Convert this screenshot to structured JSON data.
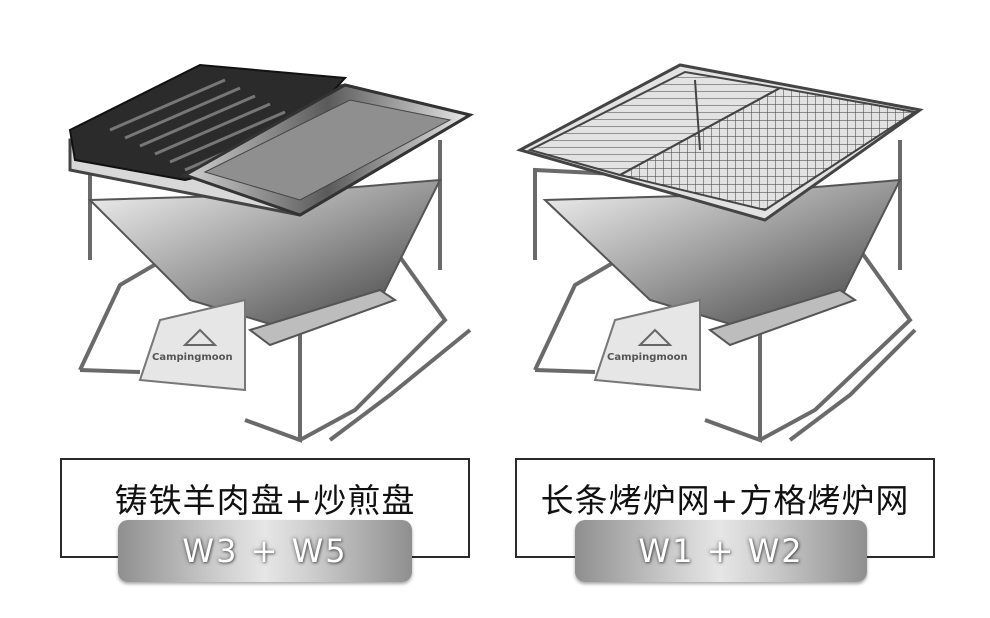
{
  "products": [
    {
      "caption": "铸铁羊肉盘+炒煎盘",
      "models": "W3 + W5",
      "brand": "Campingmoon",
      "image_icon": "grill-with-cast-iron-plate-and-pan-icon"
    },
    {
      "caption": "长条烤炉网+方格烤炉网",
      "models": "W1 + W2",
      "brand": "Campingmoon",
      "image_icon": "grill-with-mesh-grates-icon"
    }
  ]
}
